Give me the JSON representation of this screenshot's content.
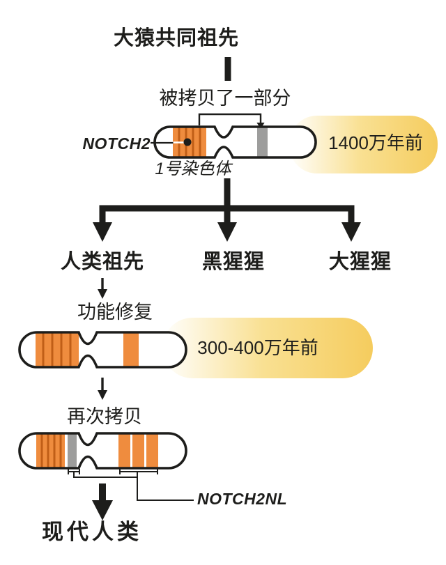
{
  "colors": {
    "ink": "#1D1D1B",
    "orange": "#EF8C3E",
    "orange_stripe": "#C05E17",
    "gray_band": "#9D9D9C",
    "blob_mid": "#F9E092",
    "blob_end": "#F5CC5E"
  },
  "root": {
    "title": "大猿共同祖先",
    "copy_note": "被拷贝了一部分",
    "gene_label": "NOTCH2",
    "chromosome_label": "1号染色体",
    "time_badge": "1400万年前"
  },
  "branches": [
    {
      "label": "人类祖先"
    },
    {
      "label": "黑猩猩"
    },
    {
      "label": "大猩猩"
    }
  ],
  "human_lineage": {
    "repair_note": "功能修复",
    "time_badge": "300-400万年前",
    "recopy_note": "再次拷贝",
    "gene_label": "NOTCH2NL",
    "result_label": "现代人类"
  }
}
